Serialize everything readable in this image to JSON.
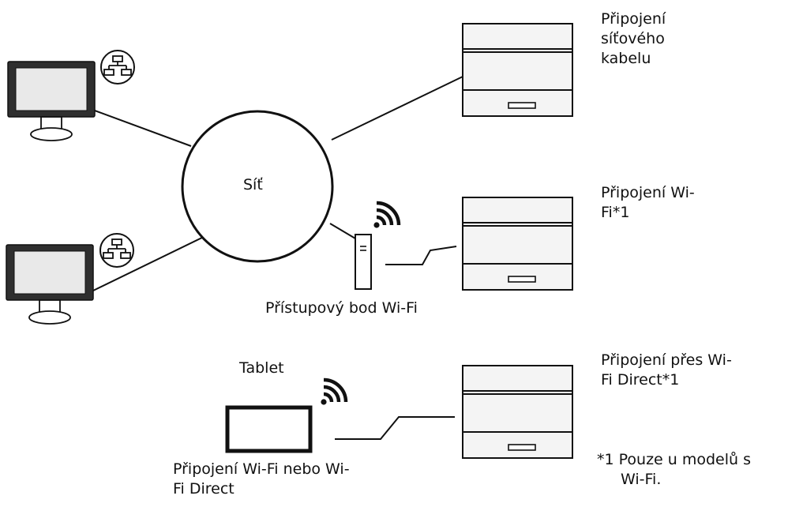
{
  "labels": {
    "network": "Síť",
    "printer_cable": "Připojení síťového kabelu",
    "printer_wifi": "Připojení Wi-Fi*1",
    "access_point": "Přístupový bod Wi-Fi",
    "tablet_title": "Tablet",
    "printer_direct": "Připojení přes Wi-Fi Direct*1",
    "tablet_connection": "Připojení Wi-Fi nebo Wi-Fi Direct",
    "footnote": "*1 Pouze u modelů s Wi-Fi."
  },
  "icons": {
    "network": "network-globe",
    "computer": "desktop-monitor",
    "lan": "lan-network-icon",
    "printer": "printer",
    "access_point": "wifi-access-point",
    "wifi": "wifi-signal-icon",
    "tablet": "tablet"
  },
  "colors": {
    "line": "#111111",
    "monitor_frame": "#2f2f2f",
    "screen": "#e9e9e9",
    "printer_fill": "#f4f4f4"
  }
}
